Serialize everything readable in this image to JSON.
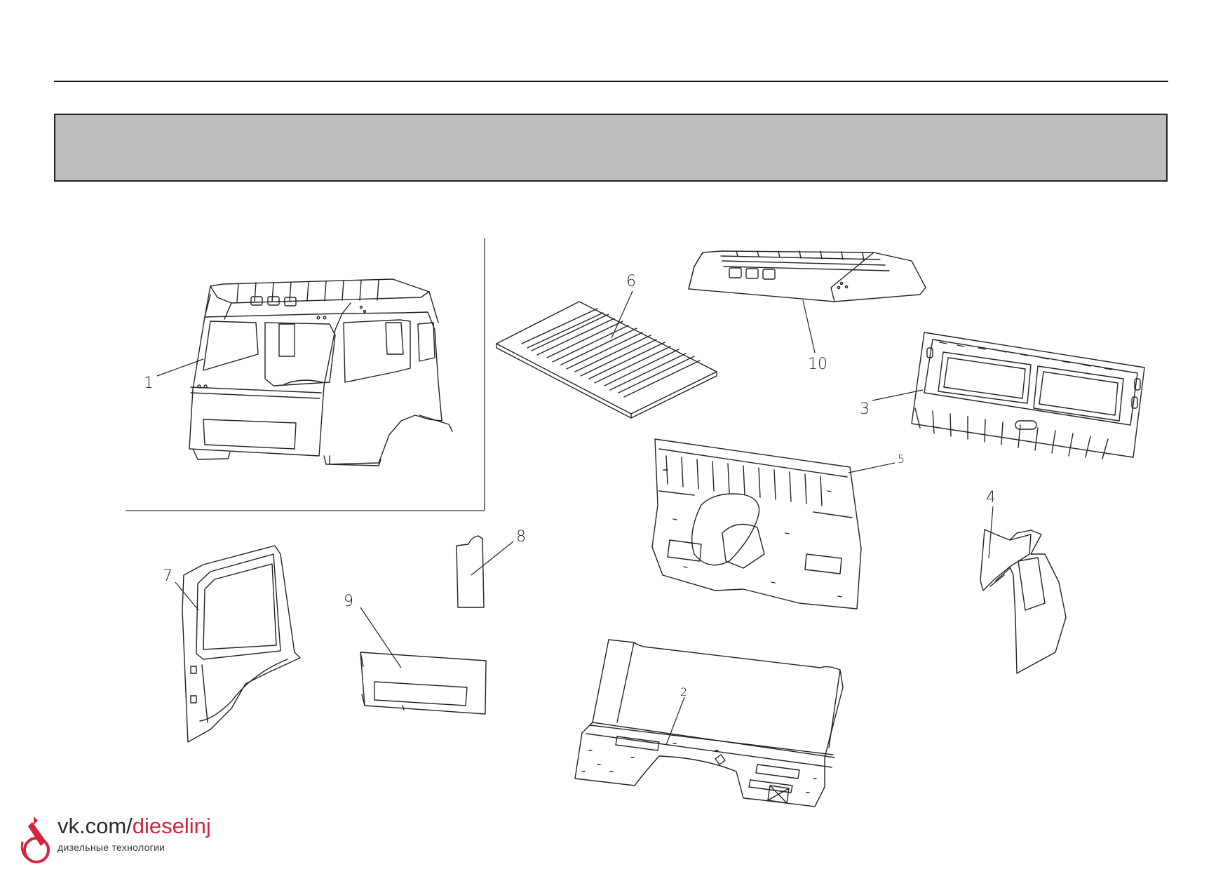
{
  "page": {
    "header_band_text": ""
  },
  "callouts": [
    {
      "id": "c1",
      "label": "1"
    },
    {
      "id": "c2",
      "label": "2"
    },
    {
      "id": "c3",
      "label": "3"
    },
    {
      "id": "c4",
      "label": "4"
    },
    {
      "id": "c5",
      "label": "5"
    },
    {
      "id": "c6",
      "label": "6"
    },
    {
      "id": "c7",
      "label": "7"
    },
    {
      "id": "c8",
      "label": "8"
    },
    {
      "id": "c9",
      "label": "9"
    },
    {
      "id": "c10",
      "label": "10"
    }
  ],
  "watermark": {
    "url_prefix": "vk.com/",
    "url_accent": "dieselinj",
    "subtitle": "дизельные технологии",
    "accent_color": "#d8213f",
    "icon": "fuel-injector-icon"
  }
}
